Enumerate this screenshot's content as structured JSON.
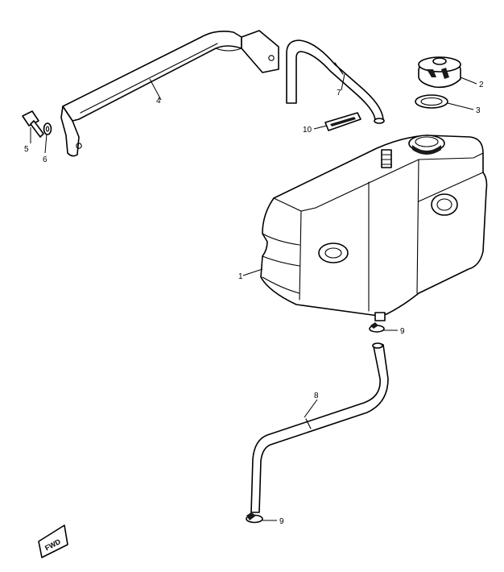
{
  "callouts": [
    {
      "id": "1",
      "text": "1"
    },
    {
      "id": "2",
      "text": "2"
    },
    {
      "id": "3",
      "text": "3"
    },
    {
      "id": "4",
      "text": "4"
    },
    {
      "id": "5",
      "text": "5"
    },
    {
      "id": "6",
      "text": "6"
    },
    {
      "id": "7",
      "text": "7"
    },
    {
      "id": "8",
      "text": "8"
    },
    {
      "id": "9a",
      "text": "9"
    },
    {
      "id": "9b",
      "text": "9"
    },
    {
      "id": "10",
      "text": "10"
    }
  ],
  "fwd_badge": "FWD",
  "colors": {
    "line": "#000000",
    "background": "#ffffff"
  }
}
